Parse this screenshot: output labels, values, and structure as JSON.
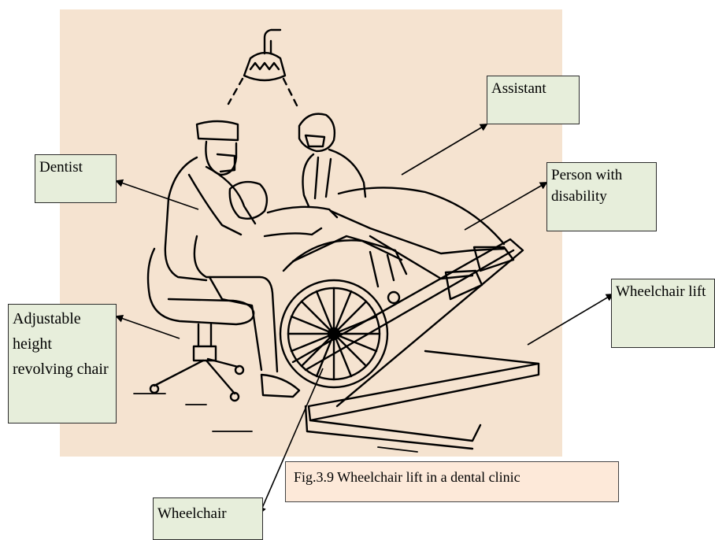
{
  "colors": {
    "panel_bg": "#f5e3d0",
    "label_bg": "#e7eedb",
    "caption_bg": "#fde9d9",
    "ink": "#000000"
  },
  "labels": {
    "assistant": "Assistant",
    "dentist": "Dentist",
    "person_with_disability": "Person with disability",
    "wheelchair_lift": "Wheelchair lift",
    "adjustable_chair": "Adjustable height revolving chair",
    "wheelchair": "Wheelchair"
  },
  "caption": "Fig.3.9 Wheelchair lift in a dental clinic"
}
